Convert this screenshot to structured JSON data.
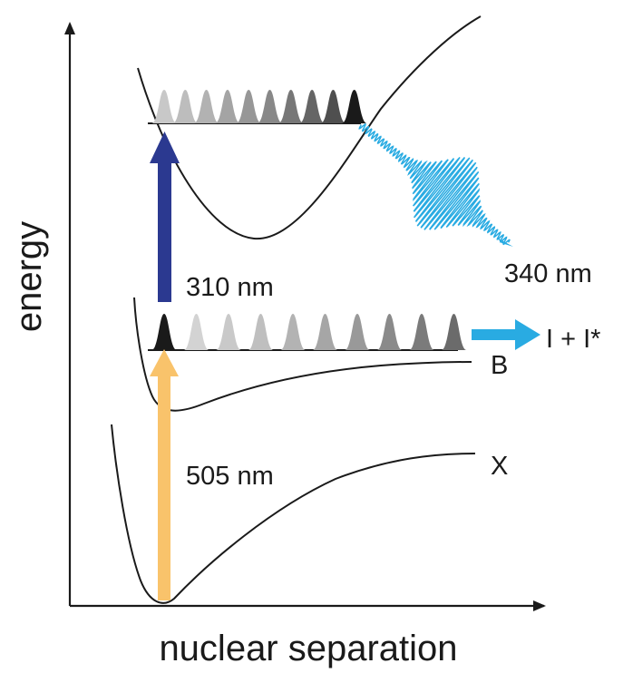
{
  "axes": {
    "x_label": "nuclear separation",
    "y_label": "energy"
  },
  "states": {
    "ground": "X",
    "excited": "B"
  },
  "transitions": {
    "pump": "505 nm",
    "probe": "310 nm",
    "emission": "340 nm"
  },
  "products": "I + I*",
  "colors": {
    "curve": "#1a1a1a",
    "pump_arrow": "#f9c36b",
    "probe_arrow": "#2b3990",
    "emission_wave": "#29abe2",
    "dissociation_arrow": "#29abe2"
  },
  "wavepackets": {
    "upper_row_shades": [
      "#c8c8c8",
      "#bdbdbd",
      "#b2b2b2",
      "#a4a4a4",
      "#979797",
      "#888888",
      "#777777",
      "#656565",
      "#4f4f4f",
      "#1a1a1a"
    ],
    "middle_row_shades": [
      "#1a1a1a",
      "#d3d3d3",
      "#c9c9c9",
      "#bfbfbf",
      "#b3b3b3",
      "#a6a6a6",
      "#999999",
      "#8a8a8a",
      "#7b7b7b",
      "#6b6b6b"
    ]
  }
}
